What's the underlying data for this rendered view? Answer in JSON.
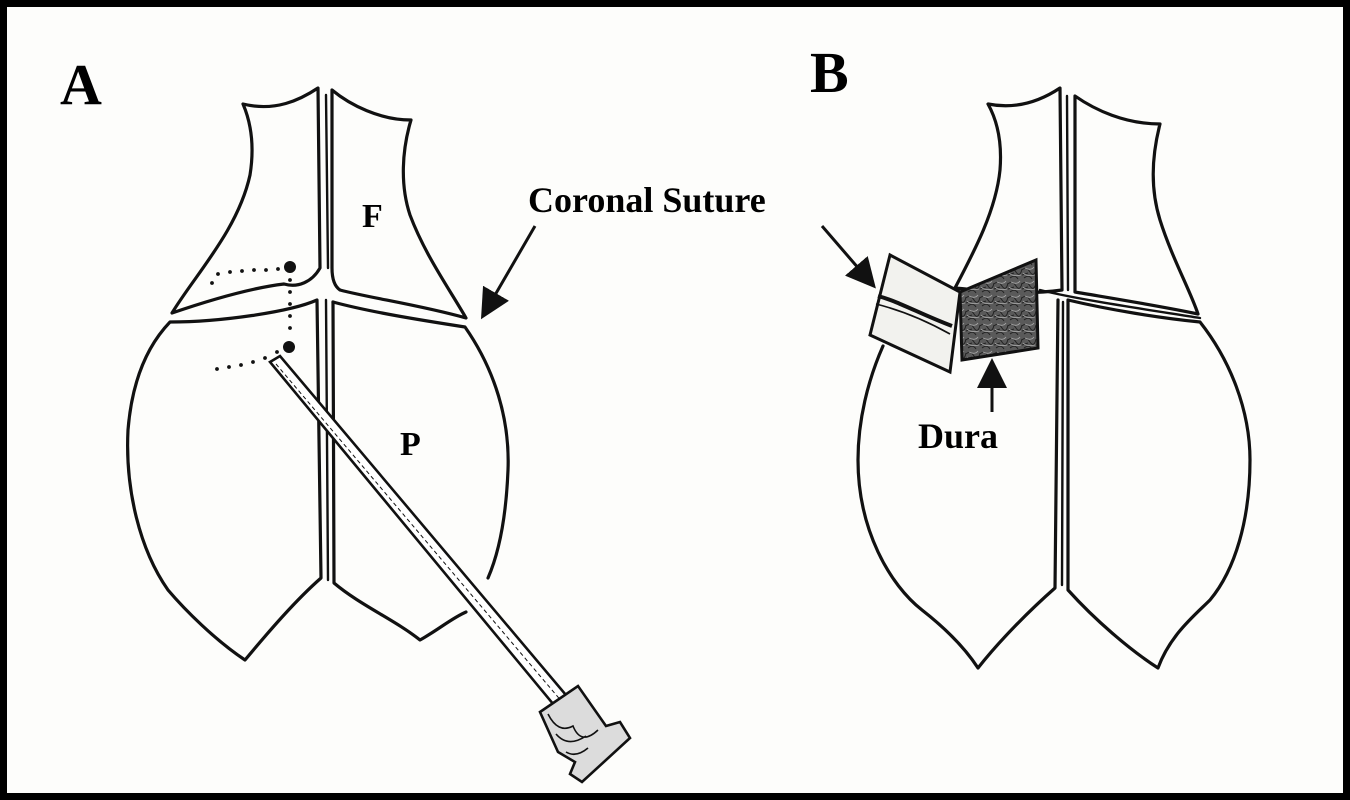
{
  "panels": {
    "a": {
      "label": "A",
      "frontal_label": "F",
      "parietal_label": "P"
    },
    "b": {
      "label": "B"
    }
  },
  "callouts": {
    "coronal_suture": "Coronal Suture",
    "dura": "Dura"
  },
  "colors": {
    "ink": "#111111",
    "border": "#000000",
    "dura_fill": "#5a5a5a",
    "bone_flap_fill": "#f2f2ee"
  },
  "icons": [
    "drill-icon",
    "arrow-icon"
  ]
}
